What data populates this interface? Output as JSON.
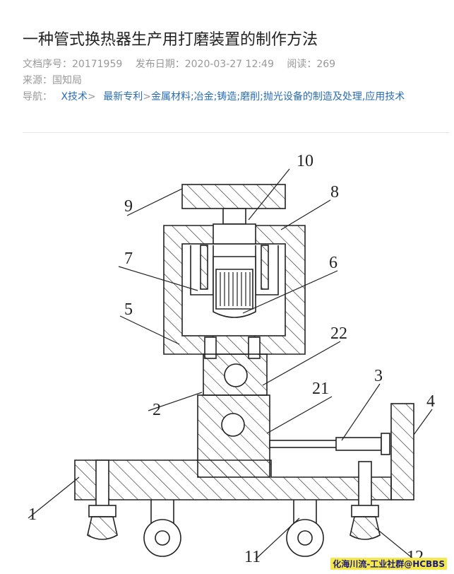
{
  "article": {
    "title": "一种管式换热器生产用打磨装置的制作方法",
    "doc_no_label": "文档序号：",
    "doc_no": "20171959",
    "date_label": "发布日期：",
    "date": "2020-03-27 12:49",
    "reads_label": "阅读：",
    "reads": "269",
    "source_label": "来源：",
    "source": "国知局",
    "nav_label": "导航：",
    "nav_links": [
      "X技术",
      "最新专利",
      "金属材料;冶金;铸造;磨削;抛光设备的制造及处理,应用技术"
    ],
    "nav_seps": [
      ">",
      ">"
    ]
  },
  "figure": {
    "part_labels": [
      "10",
      "9",
      "8",
      "7",
      "6",
      "5",
      "22",
      "2",
      "21",
      "3",
      "4",
      "1",
      "11",
      "12"
    ]
  },
  "watermark": "化海川流-工业社群@HCBBS"
}
